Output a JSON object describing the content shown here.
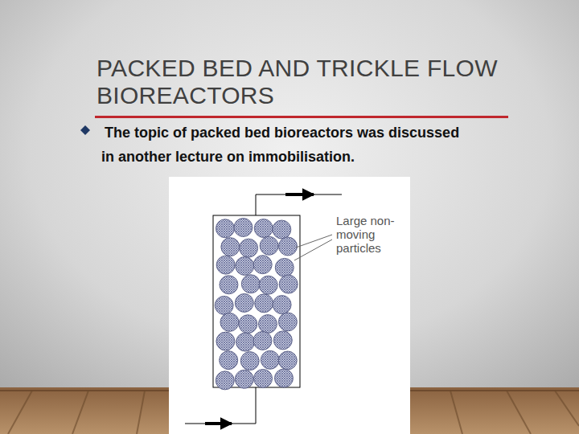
{
  "diagram": {
    "title": "PACKED BED AND TRICKLE FLOW BIOREACTORS",
    "labels": [
      "The topic of packed bed bioreactors was discussed in another lecture on immobilisation.",
      "Large non-moving particles"
    ]
  }
}
